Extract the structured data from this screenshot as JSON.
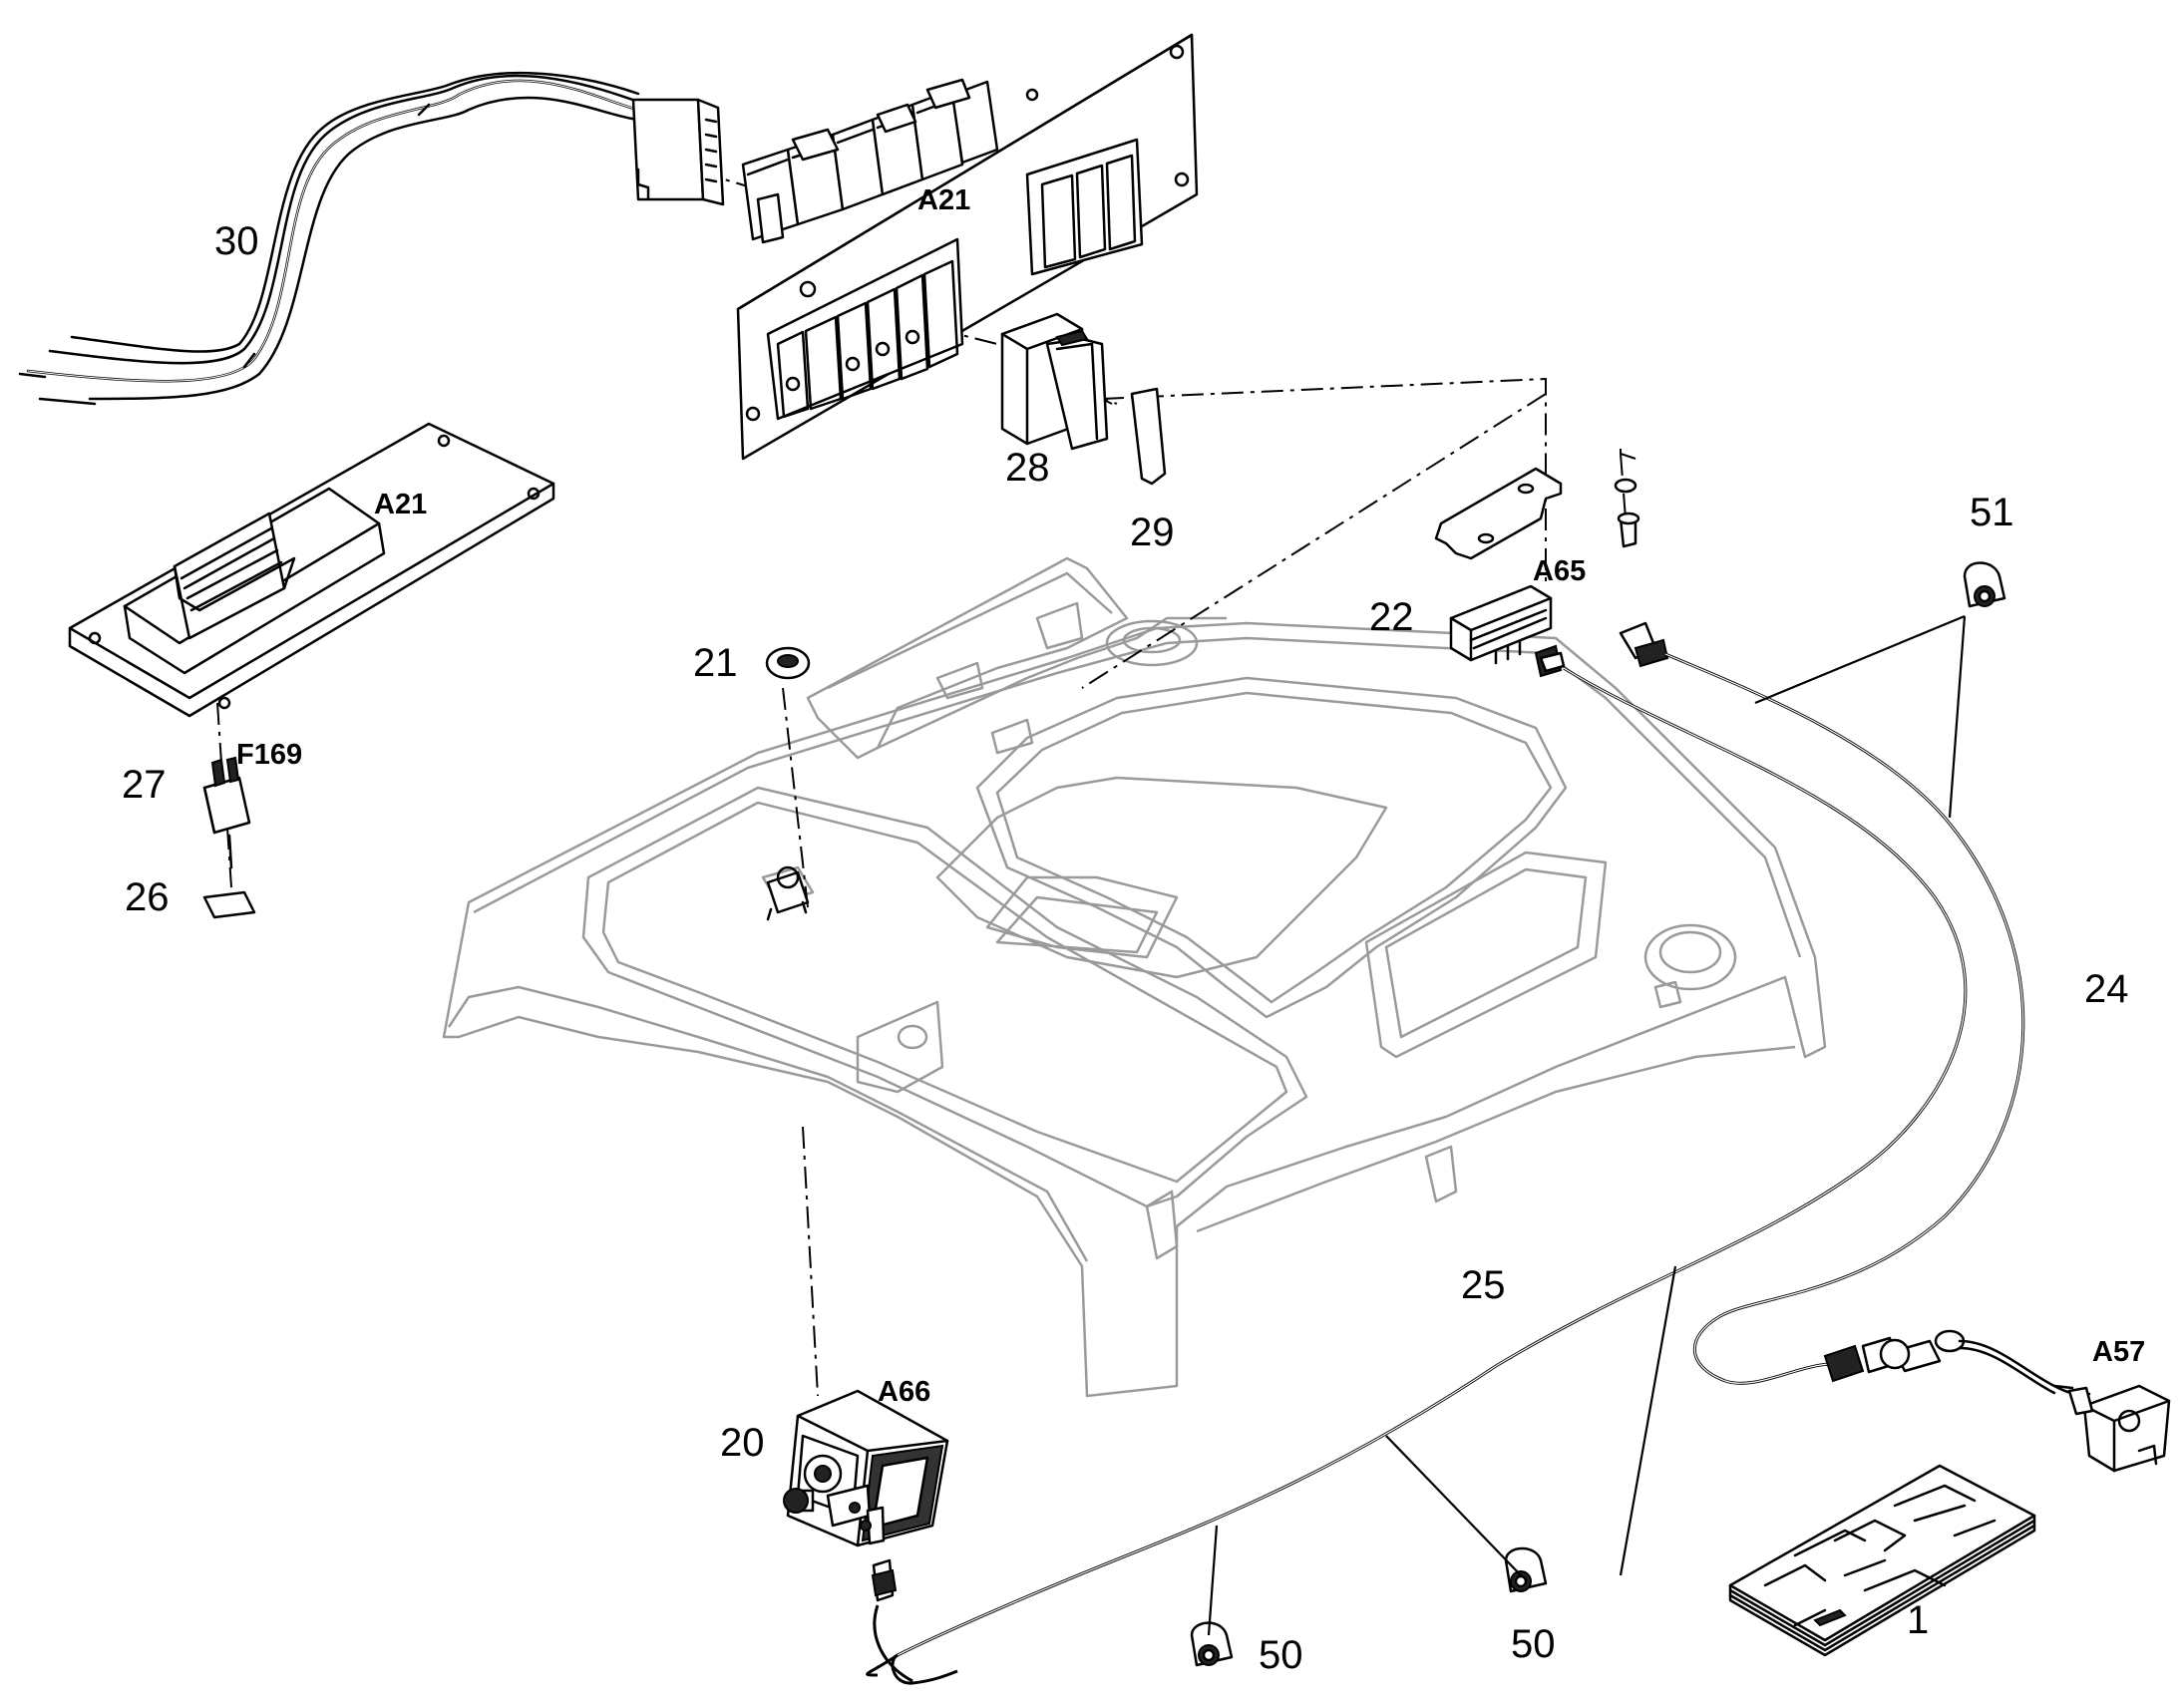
{
  "labels": {
    "n1": "1",
    "n20": "20",
    "n21": "21",
    "n22": "22",
    "n24": "24",
    "n25": "25",
    "n26": "26",
    "n27": "27",
    "n28": "28",
    "n29": "29",
    "n30": "30",
    "n50a": "50",
    "n50b": "50",
    "n51": "51",
    "a21_top": "A21",
    "a21_left": "A21",
    "a65": "A65",
    "a66": "A66",
    "a57": "A57",
    "f169": "F169"
  }
}
